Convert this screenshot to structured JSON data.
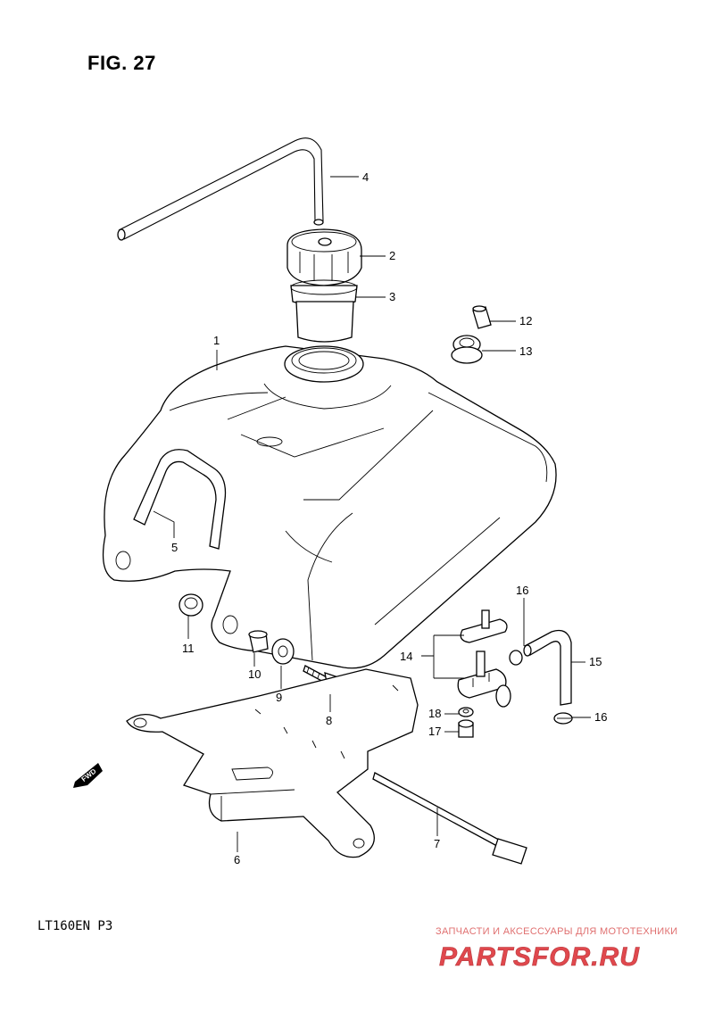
{
  "figure": {
    "title": "FIG. 27",
    "model_code": "LT160EN  P3",
    "fwd_label": "FWD"
  },
  "callouts": [
    {
      "id": "c1",
      "number": "1"
    },
    {
      "id": "c2",
      "number": "2"
    },
    {
      "id": "c3",
      "number": "3"
    },
    {
      "id": "c4",
      "number": "4"
    },
    {
      "id": "c5",
      "number": "5"
    },
    {
      "id": "c6",
      "number": "6"
    },
    {
      "id": "c7",
      "number": "7"
    },
    {
      "id": "c8",
      "number": "8"
    },
    {
      "id": "c9",
      "number": "9"
    },
    {
      "id": "c10",
      "number": "10"
    },
    {
      "id": "c11",
      "number": "11"
    },
    {
      "id": "c12",
      "number": "12"
    },
    {
      "id": "c13",
      "number": "13"
    },
    {
      "id": "c14",
      "number": "14"
    },
    {
      "id": "c15",
      "number": "15"
    },
    {
      "id": "c16a",
      "number": "16"
    },
    {
      "id": "c16b",
      "number": "16"
    },
    {
      "id": "c17",
      "number": "17"
    },
    {
      "id": "c18",
      "number": "18"
    }
  ],
  "watermark": {
    "tagline": "ЗАПЧАСТИ И АКСЕССУАРЫ ДЛЯ МОТОТЕХНИКИ",
    "brand": "PARTSFOR.RU",
    "color": "#e0484d"
  }
}
